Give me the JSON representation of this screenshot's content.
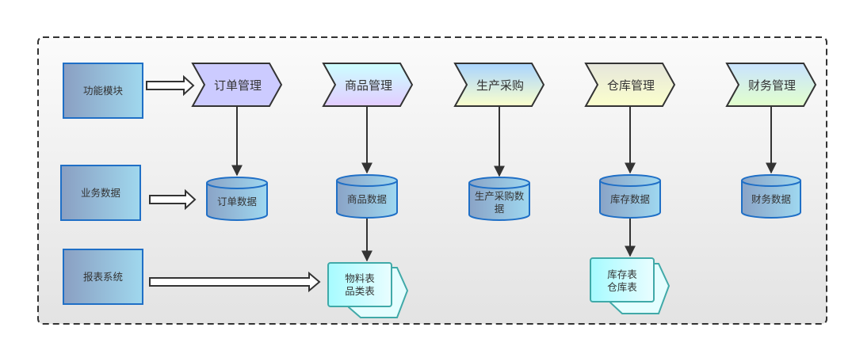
{
  "diagram": {
    "type": "system-architecture-flow",
    "row_labels": [
      {
        "id": "modules",
        "label": "功能模块"
      },
      {
        "id": "business_data",
        "label": "业务数据"
      },
      {
        "id": "report_system",
        "label": "报表系统"
      }
    ],
    "modules": [
      {
        "id": "order",
        "label": "订单管理",
        "gradient": [
          "#cccbff",
          "#cccbff"
        ]
      },
      {
        "id": "product",
        "label": "商品管理",
        "gradient": [
          "#ccffff",
          "#e2ccff"
        ]
      },
      {
        "id": "purchase",
        "label": "生产采购",
        "gradient": [
          "#a9d4ff",
          "#fbffcc"
        ]
      },
      {
        "id": "warehouse",
        "label": "仓库管理",
        "gradient": [
          "#e6e6dc",
          "#fbffcc"
        ]
      },
      {
        "id": "finance",
        "label": "财务管理",
        "gradient": [
          "#c9e3ff",
          "#e2ffcc"
        ]
      }
    ],
    "data_stores": [
      {
        "id": "order_data",
        "module": "order",
        "lines": [
          "订单数据"
        ]
      },
      {
        "id": "product_data",
        "module": "product",
        "lines": [
          "商品数据"
        ]
      },
      {
        "id": "purchase_data",
        "module": "purchase",
        "lines": [
          "生产采购数",
          "据"
        ]
      },
      {
        "id": "warehouse_data",
        "module": "warehouse",
        "lines": [
          "库存数据"
        ]
      },
      {
        "id": "finance_data",
        "module": "finance",
        "lines": [
          "财务数据"
        ]
      }
    ],
    "reports": [
      {
        "id": "product_reports",
        "source": "product_data",
        "lines": [
          "物料表",
          "品类表"
        ]
      },
      {
        "id": "warehouse_reports",
        "source": "warehouse_data",
        "lines": [
          "库存表",
          "仓库表"
        ]
      }
    ],
    "connections": [
      {
        "from": "modules",
        "to": "order",
        "style": "block-arrow"
      },
      {
        "from": "business_data",
        "to": "order_data",
        "style": "block-arrow"
      },
      {
        "from": "report_system",
        "to": "product_reports",
        "style": "block-arrow"
      },
      {
        "from": "order",
        "to": "order_data",
        "style": "line-arrow"
      },
      {
        "from": "product",
        "to": "product_data",
        "style": "line-arrow"
      },
      {
        "from": "purchase",
        "to": "purchase_data",
        "style": "line-arrow"
      },
      {
        "from": "warehouse",
        "to": "warehouse_data",
        "style": "line-arrow"
      },
      {
        "from": "finance",
        "to": "finance_data",
        "style": "line-arrow"
      },
      {
        "from": "product_data",
        "to": "product_reports",
        "style": "line-arrow"
      },
      {
        "from": "warehouse_data",
        "to": "warehouse_reports",
        "style": "line-arrow"
      }
    ],
    "colors": {
      "row_label_gradient": [
        "#8a9fc2",
        "#a0d8ee"
      ],
      "row_label_border": "#1f6fc6",
      "cylinder_gradient": [
        "#8aa3c6",
        "#9fd8f0"
      ],
      "cylinder_border": "#1f6fc6",
      "report_gradient": [
        "#a6fbff",
        "#e9fdff"
      ],
      "report_border": "#40a9a8",
      "line": "#333333",
      "container_border": "#333333"
    }
  }
}
